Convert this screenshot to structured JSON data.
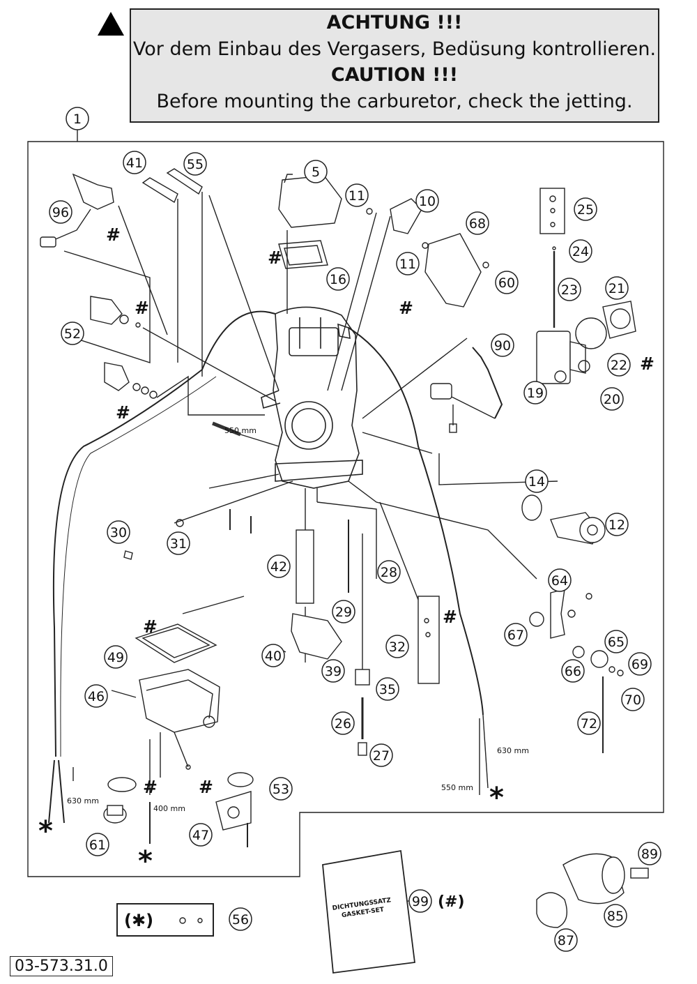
{
  "warning": {
    "heading_de": "ACHTUNG !!!",
    "text_de": "Vor dem Einbau des Vergasers, Bedüsung kontrollieren.",
    "heading_en": "CAUTION !!!",
    "text_en": "Before mounting the carburetor, check the jetting."
  },
  "parts": {
    "p1": "1",
    "p5": "5",
    "p10": "10",
    "p11a": "11",
    "p11b": "11",
    "p12": "12",
    "p14": "14",
    "p16": "16",
    "p19": "19",
    "p20": "20",
    "p21": "21",
    "p22": "22",
    "p23": "23",
    "p24": "24",
    "p25": "25",
    "p26": "26",
    "p27": "27",
    "p28": "28",
    "p29": "29",
    "p30": "30",
    "p31": "31",
    "p32": "32",
    "p35": "35",
    "p39": "39",
    "p40": "40",
    "p41": "41",
    "p42": "42",
    "p46": "46",
    "p47": "47",
    "p49": "49",
    "p52": "52",
    "p53": "53",
    "p55": "55",
    "p56": "56",
    "p60": "60",
    "p61": "61",
    "p64": "64",
    "p65": "65",
    "p66": "66",
    "p67": "67",
    "p68": "68",
    "p69": "69",
    "p70": "70",
    "p72": "72",
    "p85": "85",
    "p87": "87",
    "p89": "89",
    "p90": "90",
    "p96": "96",
    "p99": "99"
  },
  "hose_lengths": {
    "h550_top": "550 mm",
    "h630_left": "630 mm",
    "h400": "400 mm",
    "h630_right": "630 mm",
    "h550_right": "550 mm"
  },
  "marks": {
    "hash": "#",
    "star": "*"
  },
  "gasket_set": {
    "bag_line1": "DICHTUNGSSATZ",
    "bag_line2": "GASKET-SET",
    "ref": "(#)"
  },
  "legend_star": "(✱)",
  "document_number": "03-573.31.0"
}
